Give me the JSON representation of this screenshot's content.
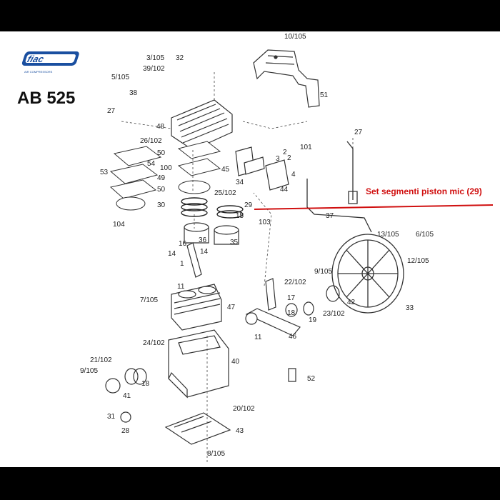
{
  "logo": {
    "text": "fiac",
    "tagline": "AIR COMPRESSORS"
  },
  "model": "AB 525",
  "annotation": "Set segmenti piston mic (29)",
  "part_labels": [
    "10/105",
    "3/105",
    "32",
    "39/102",
    "5/105",
    "38",
    "51",
    "27",
    "48",
    "26/102",
    "50",
    "100",
    "53",
    "54",
    "49",
    "50",
    "25/102",
    "30",
    "29",
    "15",
    "103",
    "104",
    "16",
    "36",
    "14",
    "14",
    "35",
    "1",
    "11",
    "45",
    "34",
    "2",
    "101",
    "3",
    "4",
    "44",
    "27",
    "37",
    "13/105",
    "6/105",
    "12/105",
    "7/105",
    "47",
    "22/102",
    "17",
    "9/105",
    "18",
    "42",
    "19",
    "23/102",
    "33",
    "46",
    "11",
    "24/102",
    "40",
    "21/102",
    "9/105",
    "41",
    "18",
    "52",
    "31",
    "20/102",
    "28",
    "43",
    "8/105",
    "2"
  ]
}
